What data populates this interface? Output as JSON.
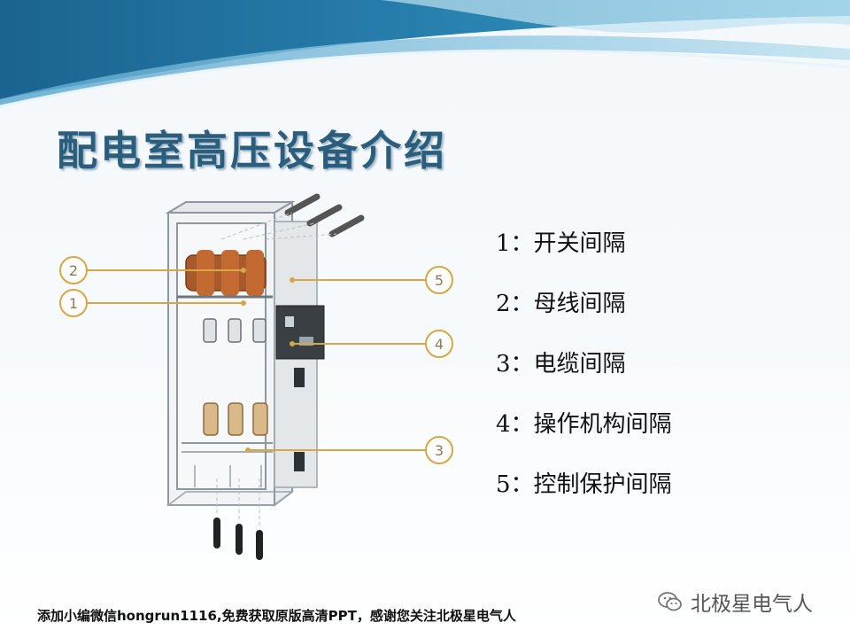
{
  "slide": {
    "title": "配电室高压设备介绍",
    "diagram": {
      "callouts": [
        "1",
        "2",
        "3",
        "4",
        "5"
      ]
    },
    "legend": [
      "1：开关间隔",
      "2：母线间隔",
      "3：电缆间隔",
      "4：操作机构间隔",
      "5：控制保护间隔"
    ]
  },
  "footer": {
    "note": "添加小编微信hongrun1116,免费获取原版高清PPT，感谢您关注北极星电气人",
    "brand": "北极星电气人"
  },
  "colors": {
    "title": "#2a5e7c",
    "wave": "#1e6c97",
    "callout": "#d6a647"
  }
}
